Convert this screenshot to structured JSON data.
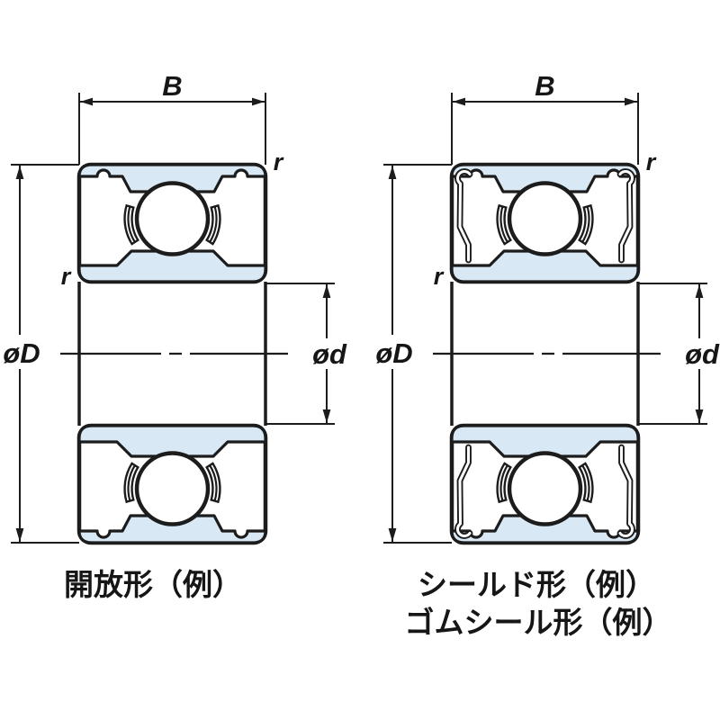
{
  "colors": {
    "ring_fill": "#d8e9f5",
    "line_color": "#1c1c1c"
  },
  "diagrams": [
    {
      "type": "open",
      "caption_lines": [
        "開放形（例）"
      ],
      "labels": {
        "width": "B",
        "outer_diameter": "øD",
        "bore_diameter": "ød",
        "chamfer_top": "r",
        "chamfer_side": "r"
      }
    },
    {
      "type": "shielded-rubber-seal",
      "caption_lines": [
        "シールド形（例）",
        "ゴムシール形（例）"
      ],
      "labels": {
        "width": "B",
        "outer_diameter": "øD",
        "bore_diameter": "ød",
        "chamfer_top": "r",
        "chamfer_side": "r"
      }
    }
  ]
}
